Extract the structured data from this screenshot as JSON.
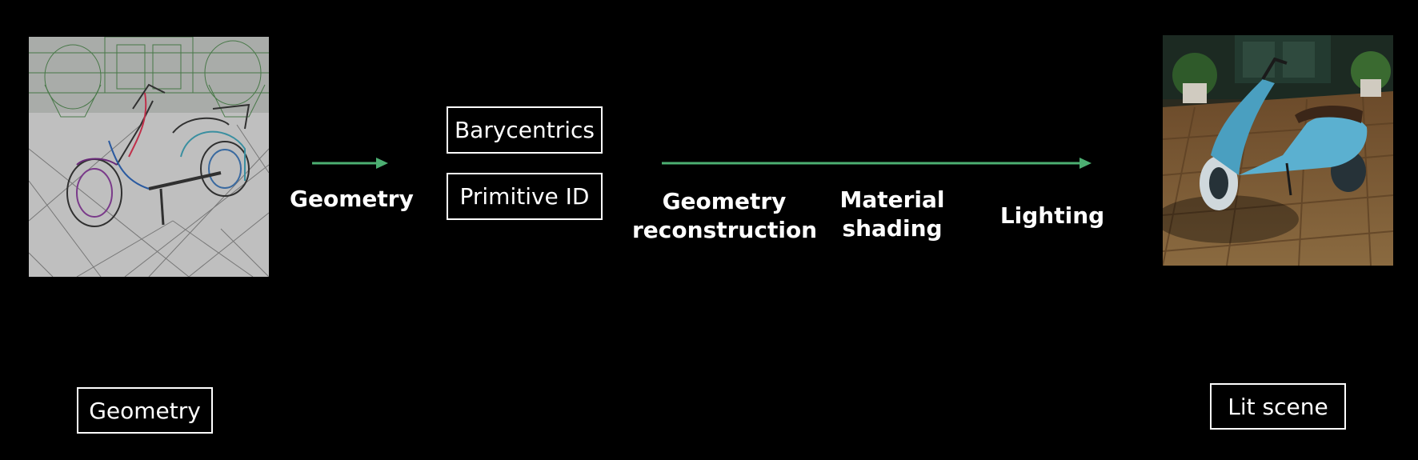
{
  "colors": {
    "background": "#000000",
    "arrow": "#4caf72",
    "text": "#ffffff"
  },
  "images": {
    "geometry_thumbnail": "wireframe-scooter-image",
    "lit_thumbnail": "lit-scooter-image"
  },
  "pipeline": {
    "geometry_stage": "Geometry",
    "buffers": {
      "barycentrics": "Barycentrics",
      "primitive_id": "Primitive ID"
    },
    "stages": [
      "Geometry\nreconstruction",
      "Material\nshading",
      "Lighting"
    ]
  },
  "captions": {
    "geometry": "Geometry",
    "lit_scene": "Lit scene"
  }
}
